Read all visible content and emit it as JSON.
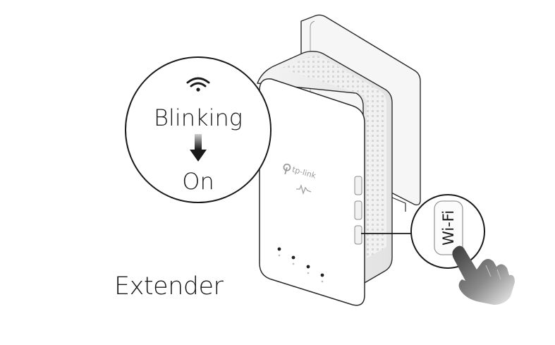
{
  "status_callout": {
    "icon": "wifi-icon",
    "from_state": "Blinking",
    "to_state": "On"
  },
  "device": {
    "label": "Extender",
    "brand": "tp-link"
  },
  "button_callout": {
    "button_label": "Wi-Fi",
    "hand_icon": "pointing-hand-icon"
  }
}
